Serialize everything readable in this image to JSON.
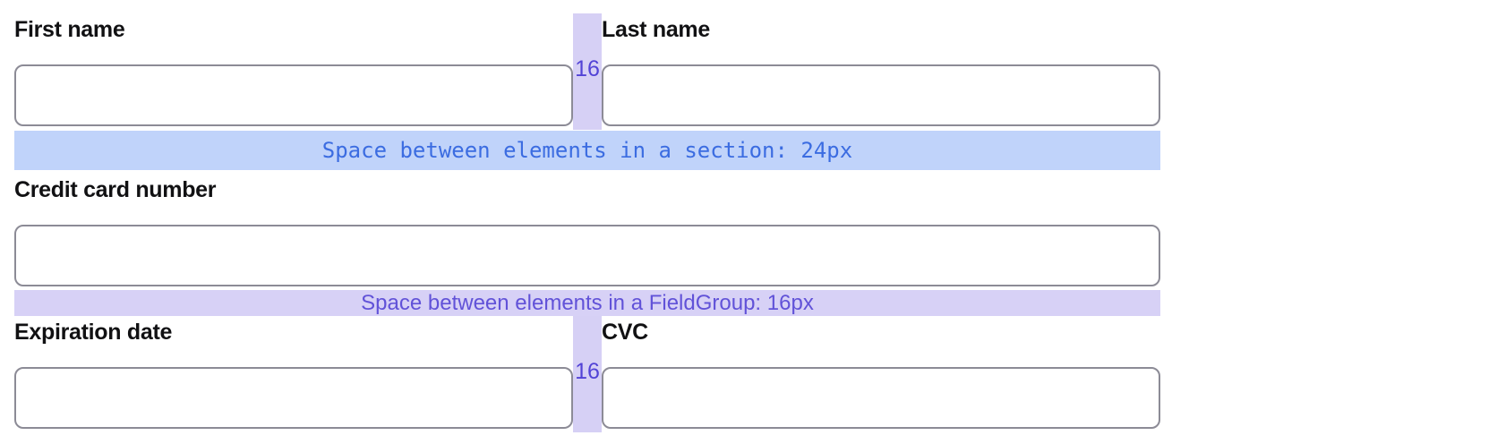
{
  "fields": {
    "first_name": {
      "label": "First name",
      "value": ""
    },
    "last_name": {
      "label": "Last name",
      "value": ""
    },
    "credit_card_number": {
      "label": "Credit card number",
      "value": ""
    },
    "expiration_date": {
      "label": "Expiration date",
      "value": ""
    },
    "cvc": {
      "label": "CVC",
      "value": ""
    }
  },
  "annotations": {
    "section_gap": {
      "text": "Space between elements in a section: 24px",
      "bg_color": "#c0d3fa",
      "text_color": "#3b6ce1"
    },
    "fieldgroup_gap": {
      "text": "Space between elements in a FieldGroup: 16px",
      "bg_color": "#d7d1f6",
      "text_color": "#6152d8"
    },
    "column_gap": {
      "text": "16",
      "bg_color": "#d6d0f5",
      "text_color": "#5243d6"
    }
  }
}
